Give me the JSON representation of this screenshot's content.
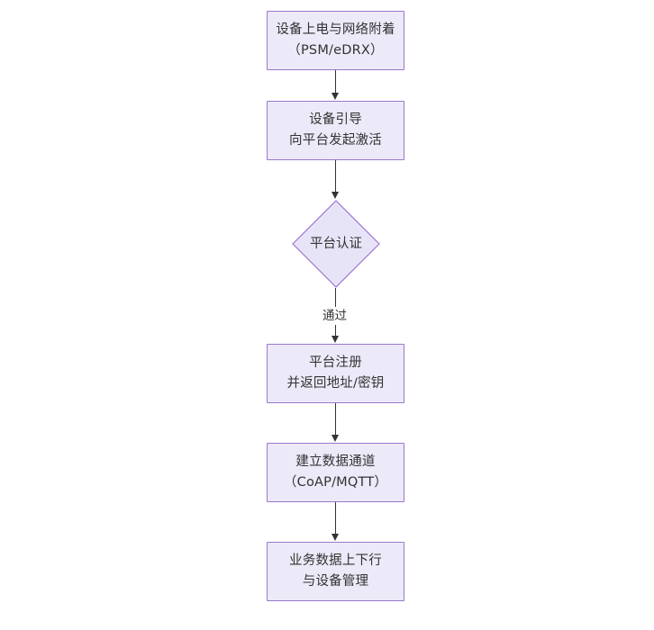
{
  "diagram": {
    "type": "flowchart",
    "orientation": "top-to-bottom",
    "background_color": "#ffffff",
    "node_fill_color": "#ece9f8",
    "node_border_color": "#9a78cd",
    "connector_color": "#333333",
    "text_color": "#333333",
    "nodes": [
      {
        "id": "n1",
        "shape": "rectangle",
        "label": "设备上电与网络附着\n（PSM/eDRX）"
      },
      {
        "id": "n2",
        "shape": "rectangle",
        "label": "设备引导\n向平台发起激活"
      },
      {
        "id": "n3",
        "shape": "diamond",
        "label": "平台认证"
      },
      {
        "id": "n4",
        "shape": "rectangle",
        "label": "平台注册\n并返回地址/密钥"
      },
      {
        "id": "n5",
        "shape": "rectangle",
        "label": "建立数据通道\n（CoAP/MQTT）"
      },
      {
        "id": "n6",
        "shape": "rectangle",
        "label": "业务数据上下行\n与设备管理"
      }
    ],
    "edges": [
      {
        "id": "e1",
        "from": "n1",
        "to": "n2",
        "label": ""
      },
      {
        "id": "e2",
        "from": "n2",
        "to": "n3",
        "label": ""
      },
      {
        "id": "e3",
        "from": "n3",
        "to": "n4",
        "label": "通过"
      },
      {
        "id": "e4",
        "from": "n4",
        "to": "n5",
        "label": ""
      },
      {
        "id": "e5",
        "from": "n5",
        "to": "n6",
        "label": ""
      }
    ]
  }
}
